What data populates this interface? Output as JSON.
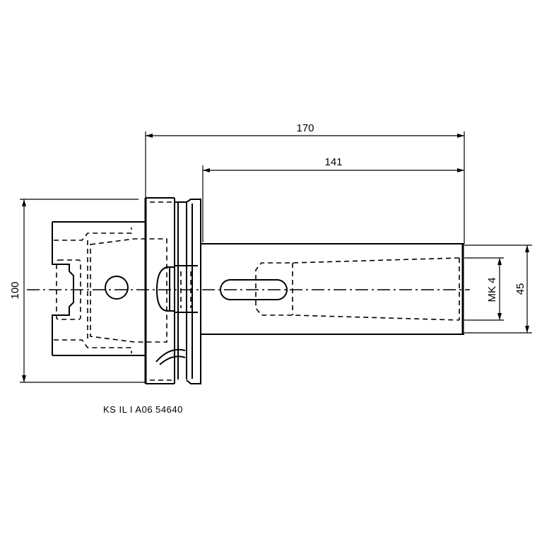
{
  "dimensions": {
    "overall_length": "170",
    "shank_length": "141",
    "flange_diameter": "100",
    "bore_diameter": "45",
    "taper": "MK 4"
  },
  "part_number": "KS IL I A06 54640"
}
